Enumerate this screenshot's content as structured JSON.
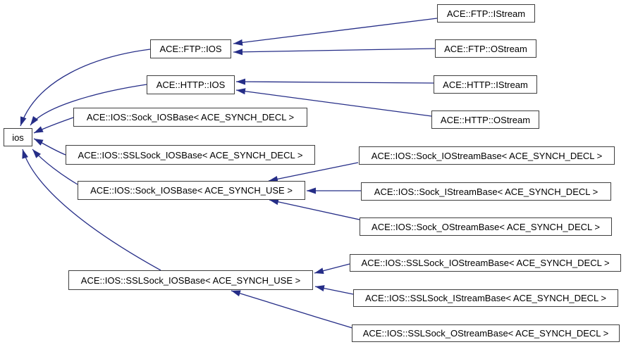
{
  "diagram": {
    "title": "ACE ios inheritance graph",
    "type": "class-inheritance-graph",
    "edge_color": "#252d87",
    "node_border_color": "#3f3f3f",
    "node_fill_color": "#ffffff",
    "nodes": {
      "ios": {
        "label": "ios"
      },
      "ftp_ios": {
        "label": "ACE::FTP::IOS"
      },
      "http_ios": {
        "label": "ACE::HTTP::IOS"
      },
      "sock_iosbase_decl": {
        "label": "ACE::IOS::Sock_IOSBase< ACE_SYNCH_DECL >"
      },
      "sslsock_iosbase_decl": {
        "label": "ACE::IOS::SSLSock_IOSBase< ACE_SYNCH_DECL >"
      },
      "sock_iosbase_use": {
        "label": "ACE::IOS::Sock_IOSBase< ACE_SYNCH_USE >"
      },
      "sslsock_iosbase_use": {
        "label": "ACE::IOS::SSLSock_IOSBase< ACE_SYNCH_USE >"
      },
      "ftp_istream": {
        "label": "ACE::FTP::IStream"
      },
      "ftp_ostream": {
        "label": "ACE::FTP::OStream"
      },
      "http_istream": {
        "label": "ACE::HTTP::IStream"
      },
      "http_ostream": {
        "label": "ACE::HTTP::OStream"
      },
      "sock_iostreambase_decl": {
        "label": "ACE::IOS::Sock_IOStreamBase< ACE_SYNCH_DECL >"
      },
      "sock_istreambase_decl": {
        "label": "ACE::IOS::Sock_IStreamBase< ACE_SYNCH_DECL >"
      },
      "sock_ostreambase_decl": {
        "label": "ACE::IOS::Sock_OStreamBase< ACE_SYNCH_DECL >"
      },
      "sslsock_iostreambase_decl": {
        "label": "ACE::IOS::SSLSock_IOStreamBase< ACE_SYNCH_DECL >"
      },
      "sslsock_istreambase_decl": {
        "label": "ACE::IOS::SSLSock_IStreamBase< ACE_SYNCH_DECL >"
      },
      "sslsock_ostreambase_decl": {
        "label": "ACE::IOS::SSLSock_OStreamBase< ACE_SYNCH_DECL >"
      }
    },
    "edges": [
      {
        "from": "ACE::FTP::IOS",
        "to": "ios"
      },
      {
        "from": "ACE::HTTP::IOS",
        "to": "ios"
      },
      {
        "from": "ACE::IOS::Sock_IOSBase< ACE_SYNCH_DECL >",
        "to": "ios"
      },
      {
        "from": "ACE::IOS::SSLSock_IOSBase< ACE_SYNCH_DECL >",
        "to": "ios"
      },
      {
        "from": "ACE::IOS::Sock_IOSBase< ACE_SYNCH_USE >",
        "to": "ios"
      },
      {
        "from": "ACE::IOS::SSLSock_IOSBase< ACE_SYNCH_USE >",
        "to": "ios"
      },
      {
        "from": "ACE::FTP::IStream",
        "to": "ACE::FTP::IOS"
      },
      {
        "from": "ACE::FTP::OStream",
        "to": "ACE::FTP::IOS"
      },
      {
        "from": "ACE::HTTP::IStream",
        "to": "ACE::HTTP::IOS"
      },
      {
        "from": "ACE::HTTP::OStream",
        "to": "ACE::HTTP::IOS"
      },
      {
        "from": "ACE::IOS::Sock_IOStreamBase< ACE_SYNCH_DECL >",
        "to": "ACE::IOS::Sock_IOSBase< ACE_SYNCH_USE >"
      },
      {
        "from": "ACE::IOS::Sock_IStreamBase< ACE_SYNCH_DECL >",
        "to": "ACE::IOS::Sock_IOSBase< ACE_SYNCH_USE >"
      },
      {
        "from": "ACE::IOS::Sock_OStreamBase< ACE_SYNCH_DECL >",
        "to": "ACE::IOS::Sock_IOSBase< ACE_SYNCH_USE >"
      },
      {
        "from": "ACE::IOS::SSLSock_IOStreamBase< ACE_SYNCH_DECL >",
        "to": "ACE::IOS::SSLSock_IOSBase< ACE_SYNCH_USE >"
      },
      {
        "from": "ACE::IOS::SSLSock_IStreamBase< ACE_SYNCH_DECL >",
        "to": "ACE::IOS::SSLSock_IOSBase< ACE_SYNCH_USE >"
      },
      {
        "from": "ACE::IOS::SSLSock_OStreamBase< ACE_SYNCH_DECL >",
        "to": "ACE::IOS::SSLSock_IOSBase< ACE_SYNCH_USE >"
      }
    ]
  }
}
